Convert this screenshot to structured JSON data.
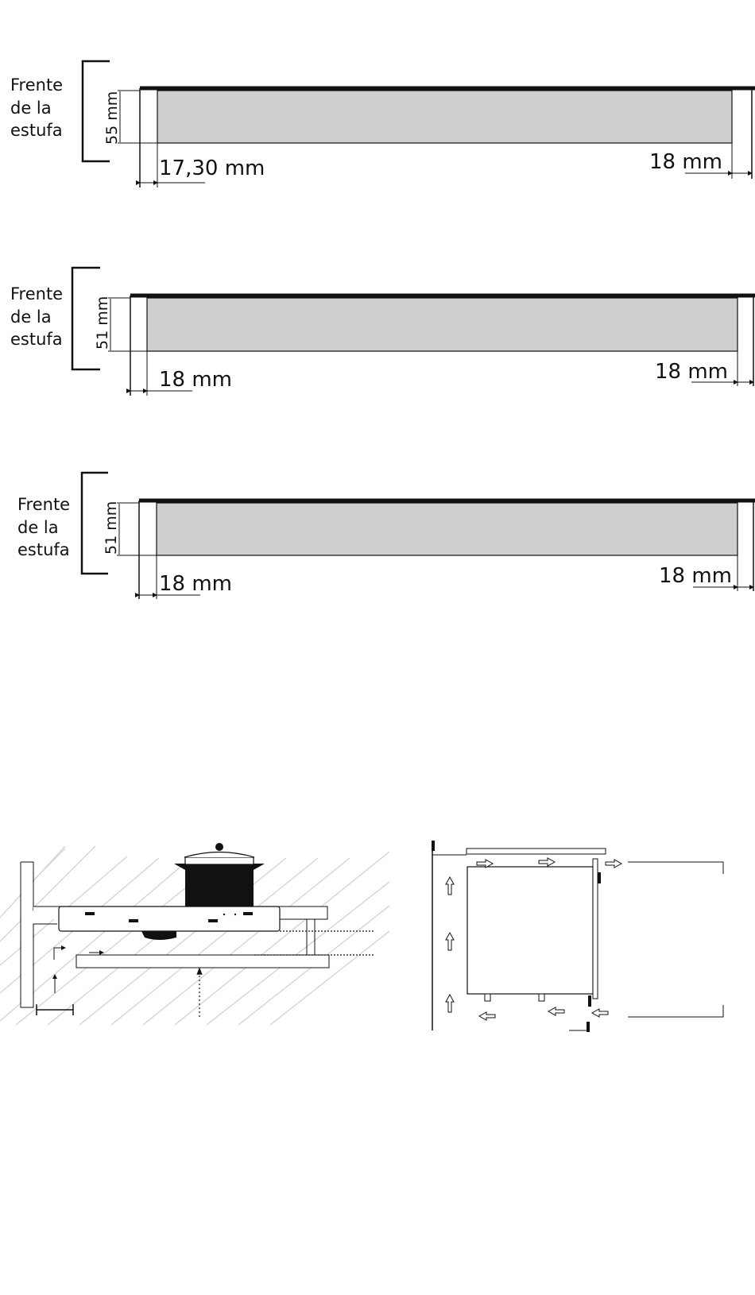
{
  "sections": [
    {
      "front_label": [
        "Frente",
        "de la",
        "estufa"
      ],
      "height_label": "55 mm",
      "left_label": "17,30 mm",
      "right_label": "18 mm"
    },
    {
      "front_label": [
        "Frente",
        "de la",
        "estufa"
      ],
      "height_label": "51 mm",
      "left_label": "18 mm",
      "right_label": "18 mm"
    },
    {
      "front_label": [
        "Frente",
        "de la",
        "estufa"
      ],
      "height_label": "51 mm",
      "left_label": "18 mm",
      "right_label": "18 mm"
    }
  ],
  "icons": {
    "left_diagram": "cooktop-ventilation-side-view",
    "right_diagram": "oven-airflow-side-view"
  }
}
